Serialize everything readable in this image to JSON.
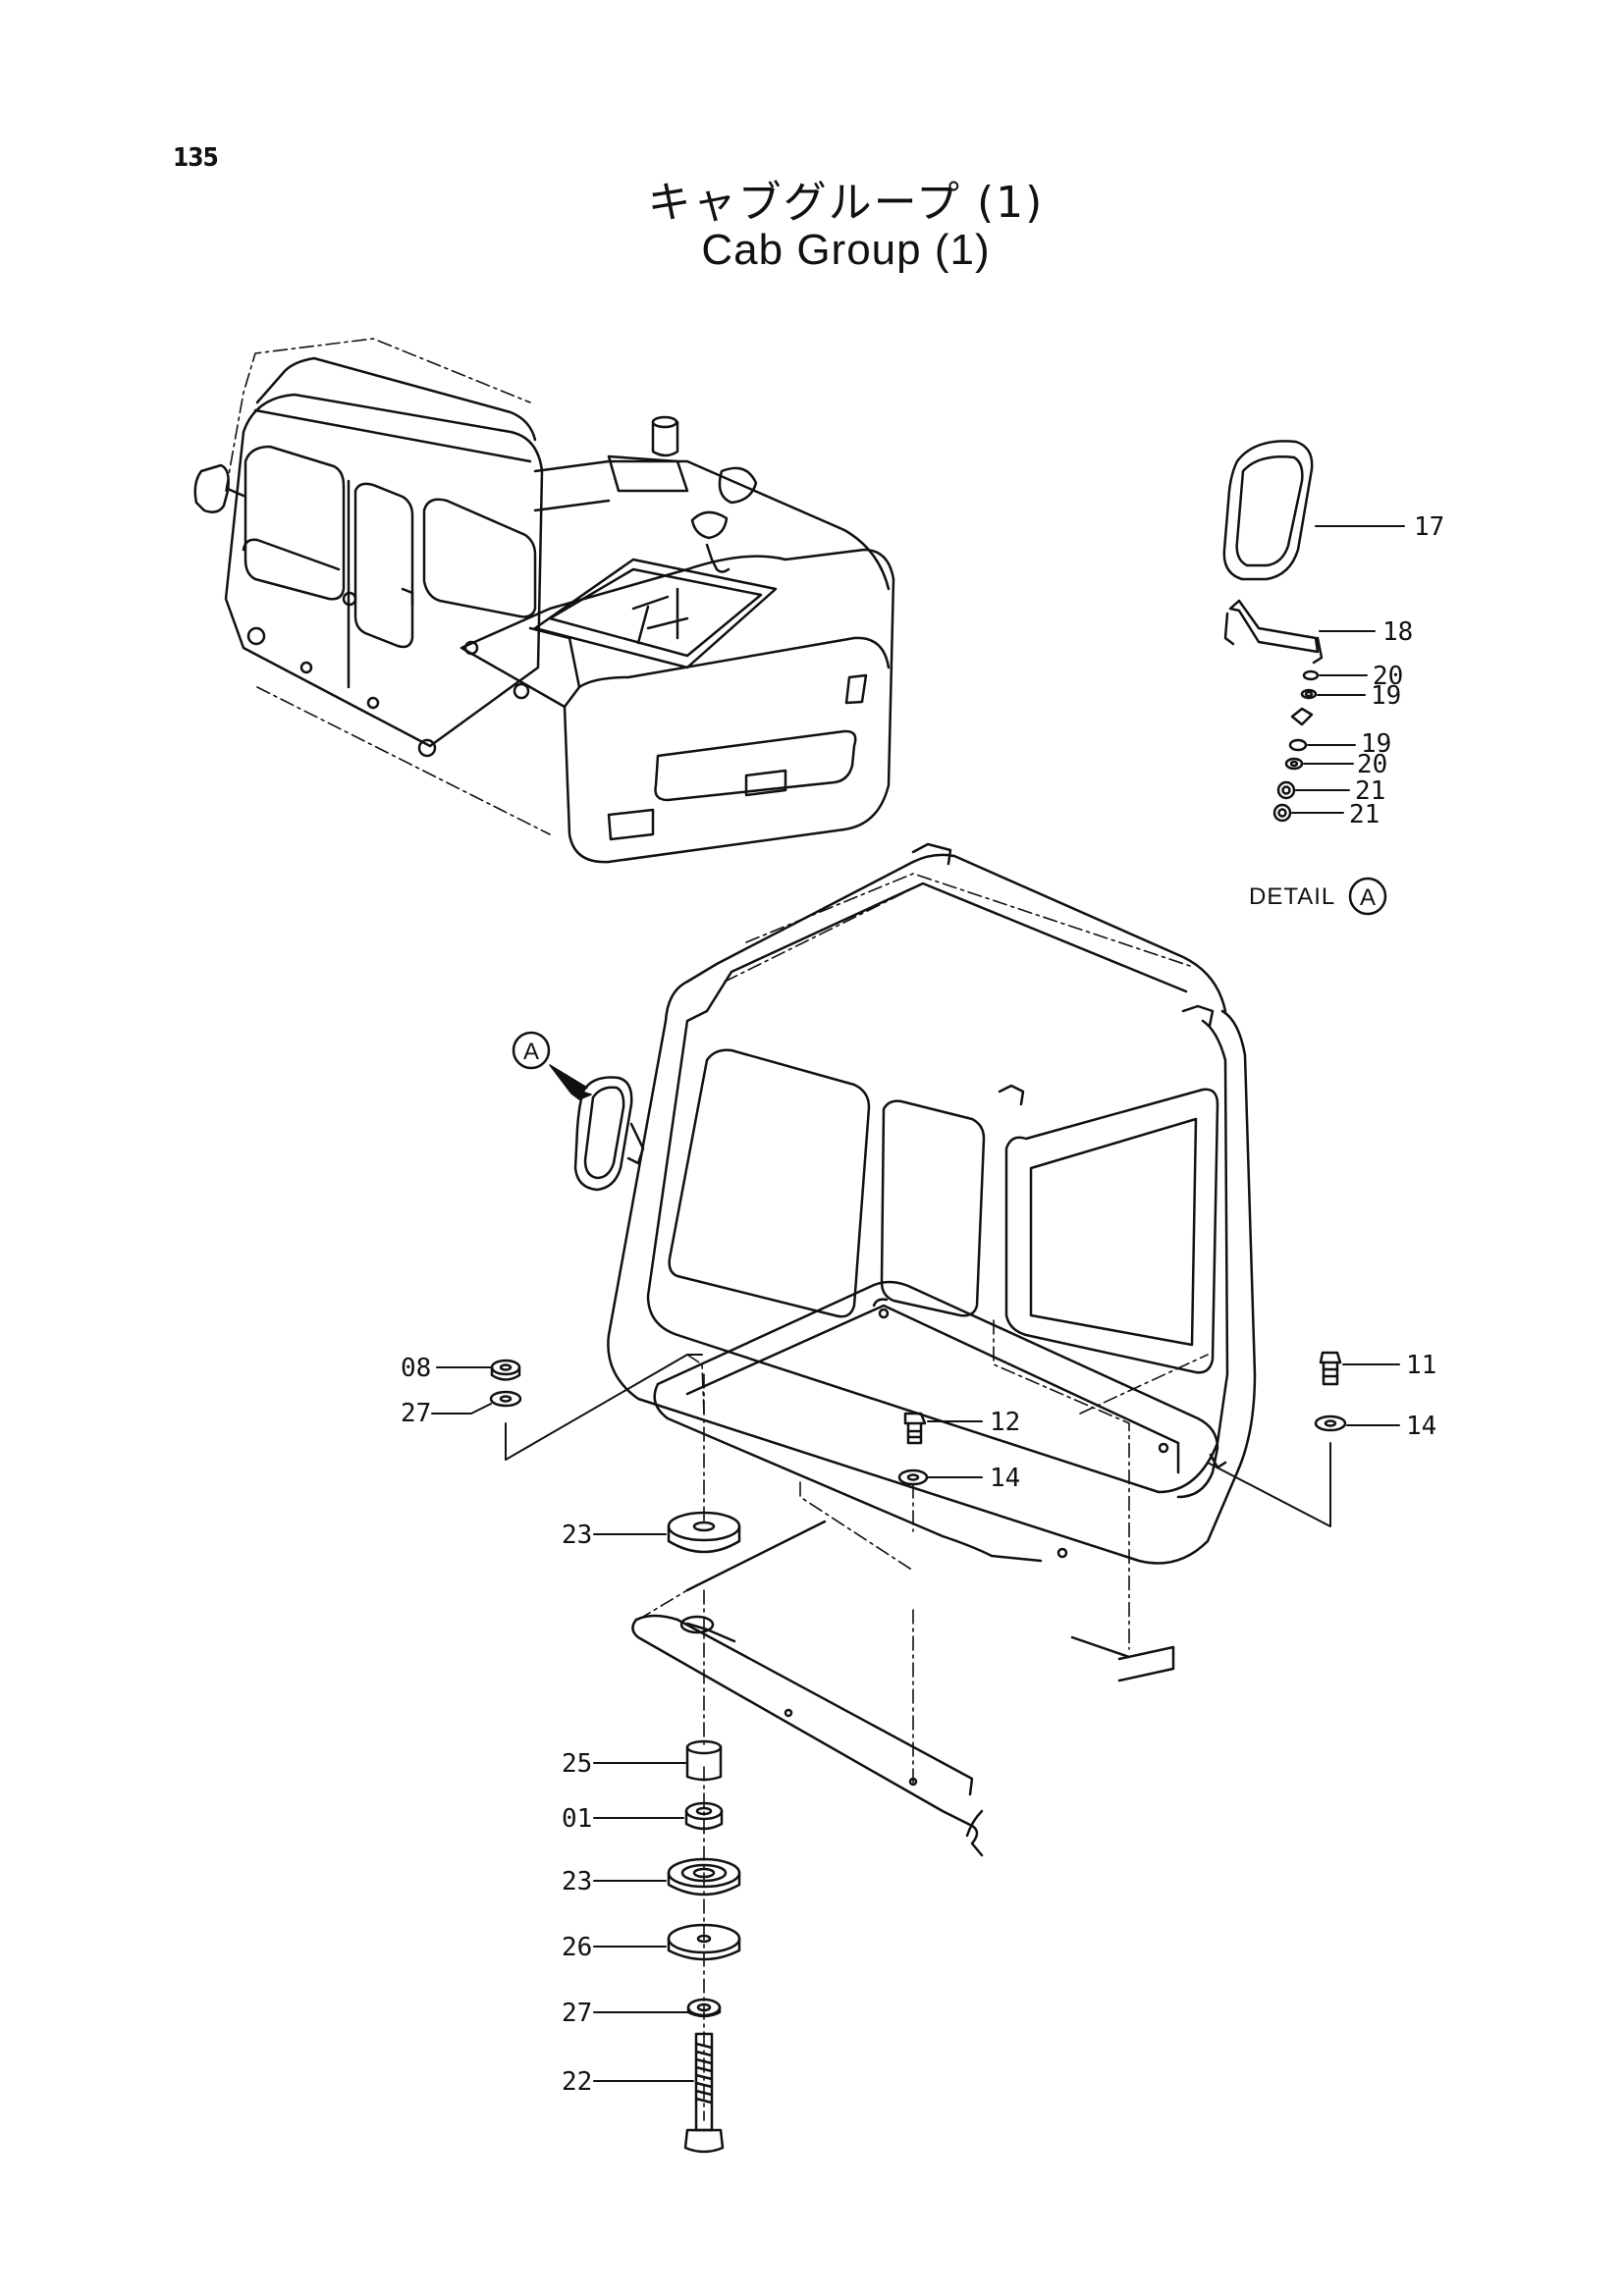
{
  "page": {
    "number": "135"
  },
  "title": {
    "jp": "キャブグループ (1)",
    "en": "Cab Group (1)"
  },
  "detail": {
    "label": "DETAIL",
    "ref": "A",
    "pointer_ref": "A"
  },
  "callouts": {
    "c17": "17",
    "c18": "18",
    "c20a": "20",
    "c19a": "19",
    "c19b": "19",
    "c20b": "20",
    "c21a": "21",
    "c21b": "21",
    "c08": "08",
    "c27a": "27",
    "c23a": "23",
    "c12": "12",
    "c14a": "14",
    "c11": "11",
    "c14b": "14",
    "c25": "25",
    "c01": "01",
    "c23b": "23",
    "c26": "26",
    "c27b": "27",
    "c22": "22"
  }
}
